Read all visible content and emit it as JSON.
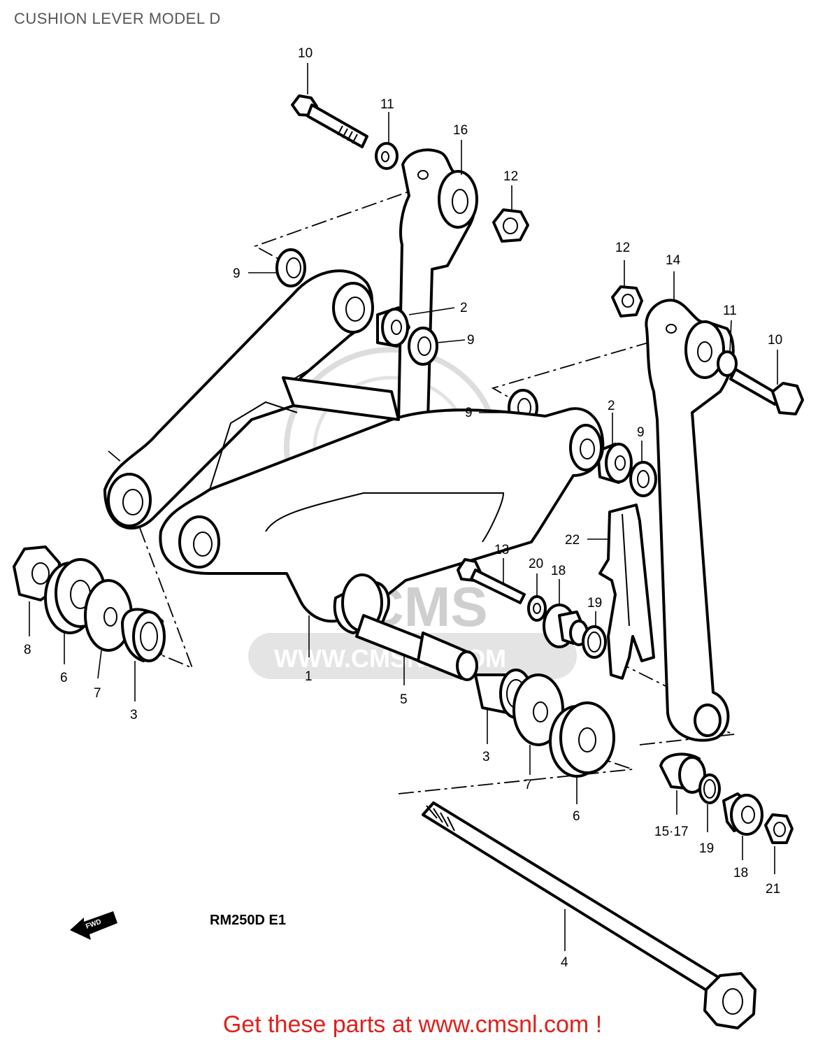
{
  "title": "CUSHION LEVER MODEL D",
  "model_code": "RM250D E1",
  "fwd_label": "FWD",
  "watermark": {
    "logo": "CMS",
    "url": "WWW.CMSNL.COM"
  },
  "footer": "Get these parts at www.cmsnl.com !",
  "colors": {
    "footer": "#e0201b",
    "title": "#555555",
    "watermark": "#cfcfcf"
  },
  "callouts": {
    "c1": "1",
    "c2a": "2",
    "c2b": "2",
    "c3a": "3",
    "c3b": "3",
    "c4": "4",
    "c5": "5",
    "c6a": "6",
    "c6b": "6",
    "c7a": "7",
    "c7b": "7",
    "c8": "8",
    "c9a": "9",
    "c9b": "9",
    "c9c": "9",
    "c9d": "9",
    "c10a": "10",
    "c10b": "10",
    "c11a": "11",
    "c11b": "11",
    "c12a": "12",
    "c12b": "12",
    "c13": "13",
    "c14": "14",
    "c15": "15·17",
    "c16": "16",
    "c18a": "18",
    "c18b": "18",
    "c19a": "19",
    "c19b": "19",
    "c20": "20",
    "c21": "21",
    "c22": "22"
  }
}
